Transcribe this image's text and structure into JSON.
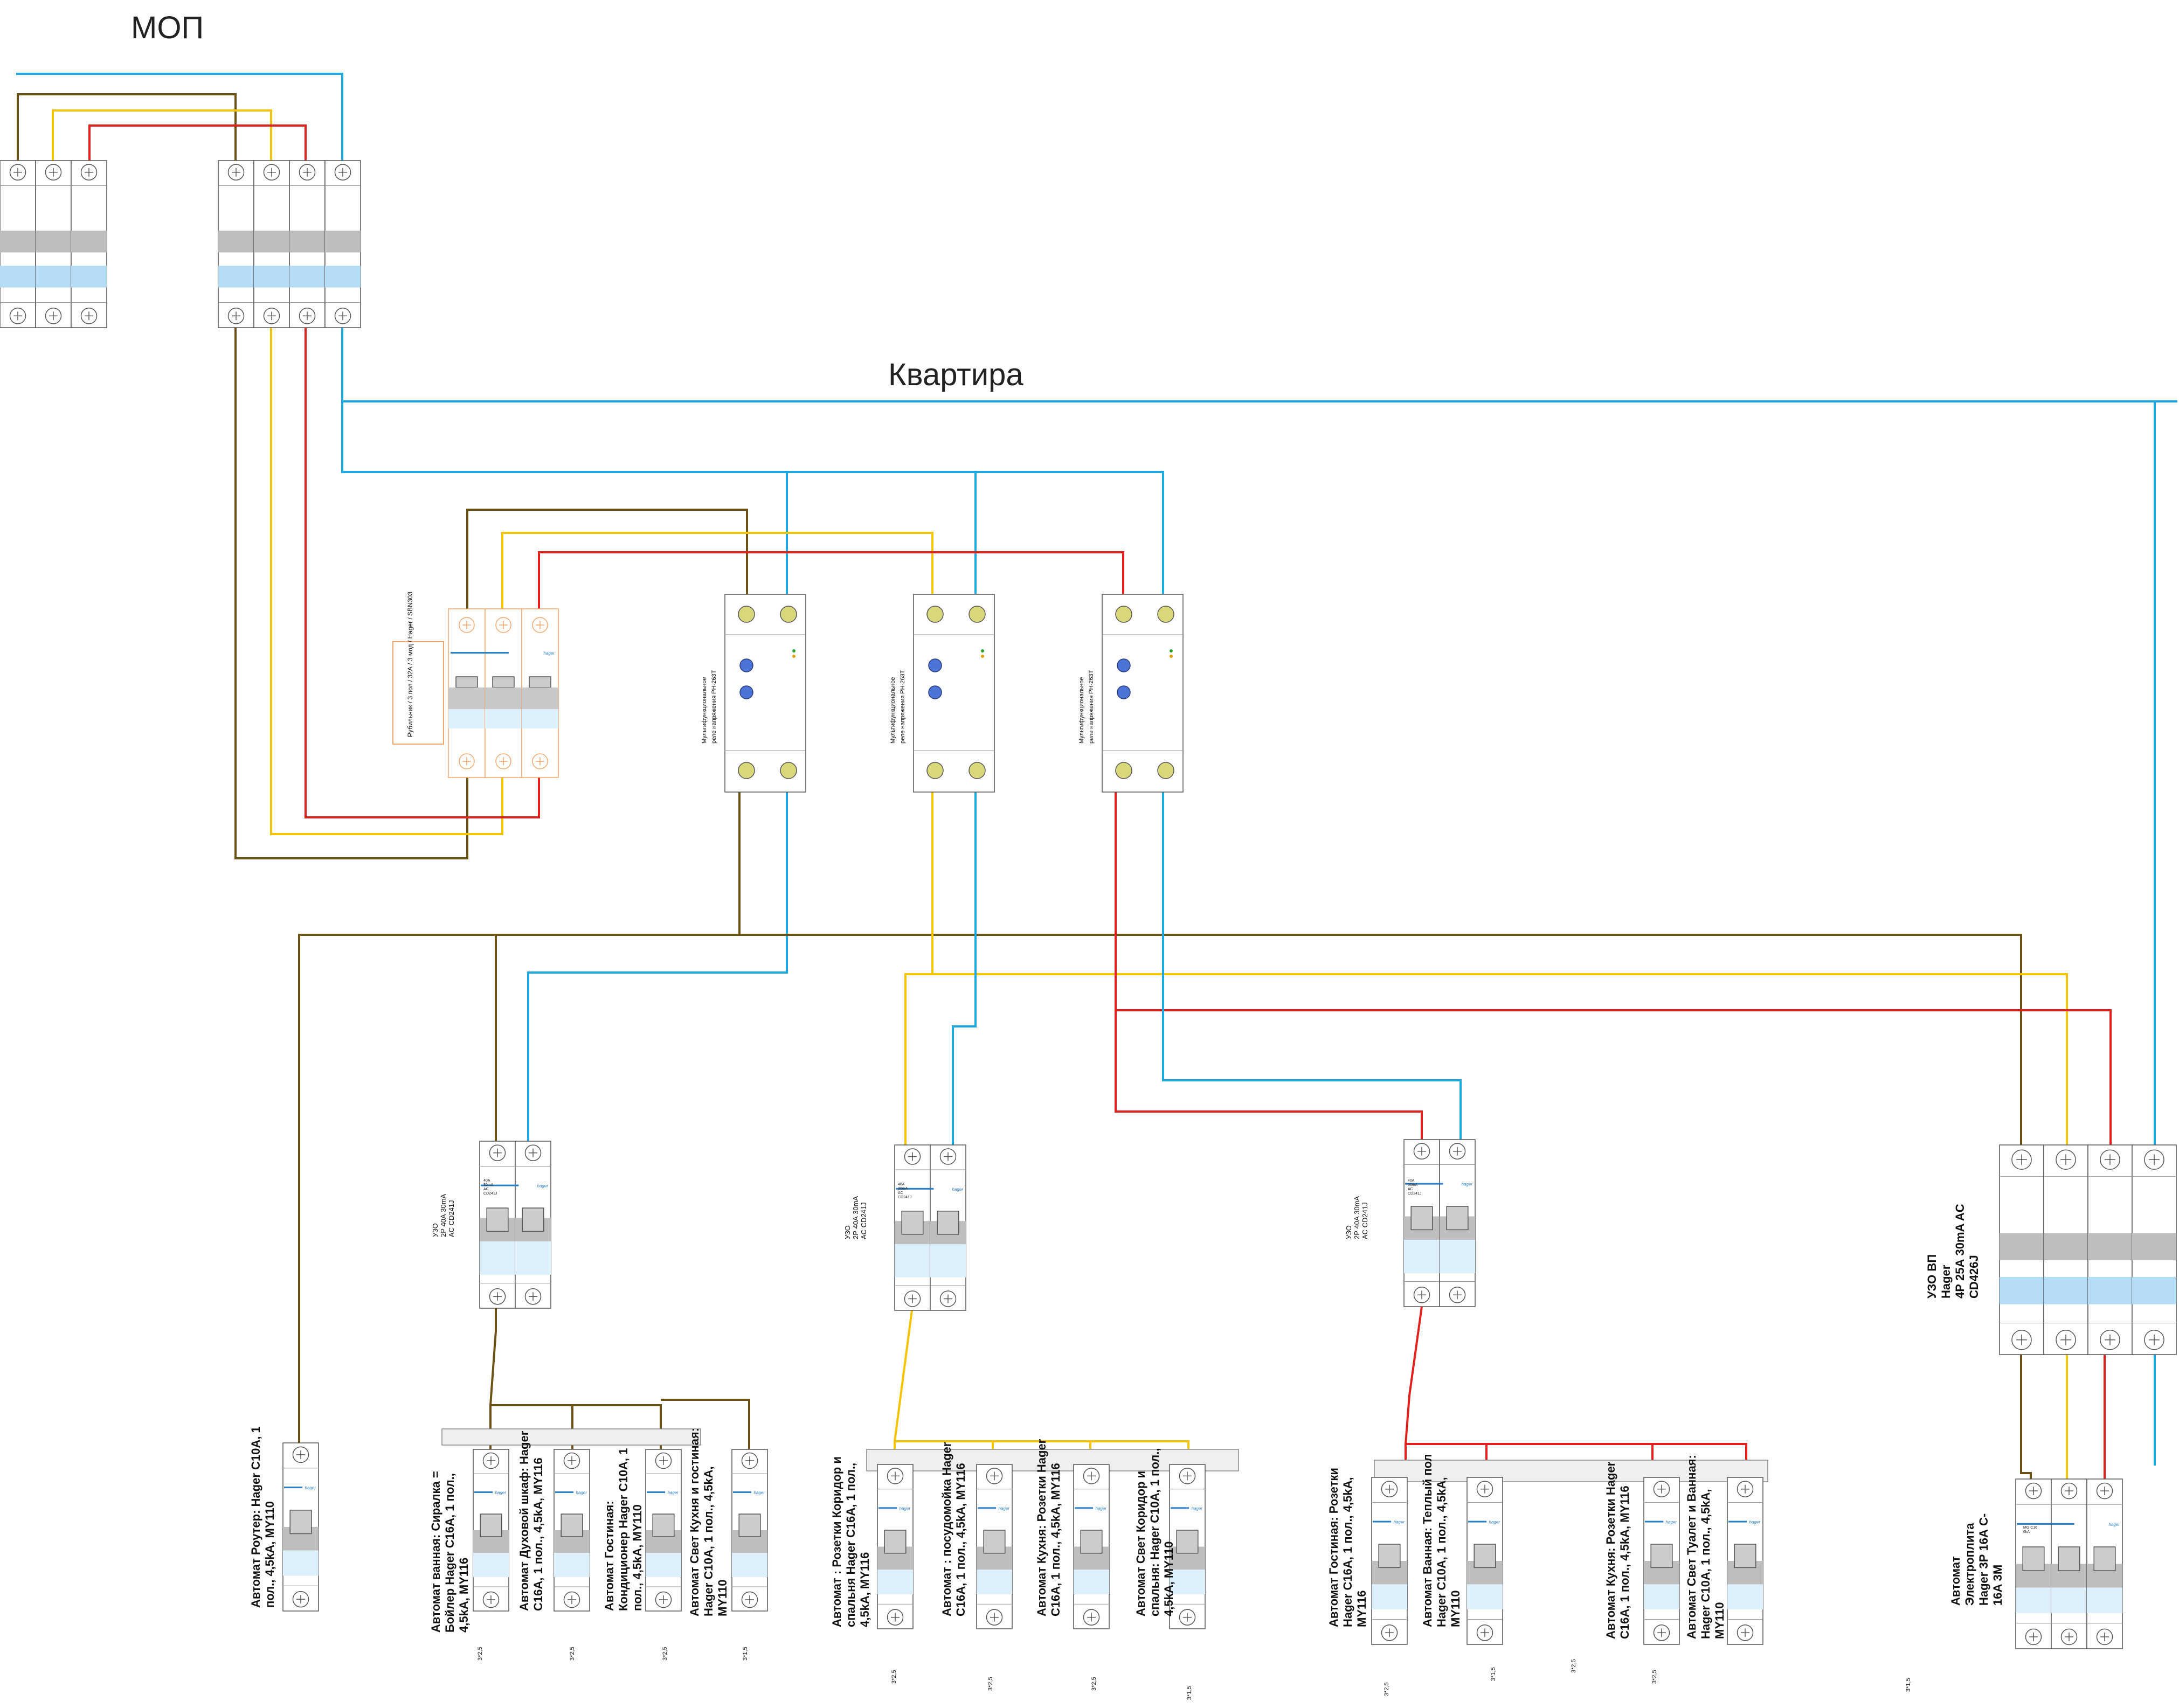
{
  "zones": {
    "mop": "МОП",
    "apartment": "Квартира"
  },
  "colors": {
    "brown": "#6b5214",
    "yellow": "#f5c400",
    "red": "#e0201a",
    "blue": "#1ea8e0",
    "breaker_grey": "#bebebe",
    "breaker_blue": "#b4ddf5",
    "breaker_lightblue": "#ddf0fb",
    "hager_blue": "#2a7fc9",
    "knob_blue": "#4c74d6",
    "contact_yellow": "#d8d87a",
    "rail_grey": "#efefef",
    "orange_outline": "#f2a56a"
  },
  "switch": {
    "label": "Рубильник / 3 пол / 32А / 3 мод / Hager / SBN303"
  },
  "relays": [
    {
      "label_line1": "Мультифункциональное",
      "label_line2": "реле напряжения РН-263Т"
    },
    {
      "label_line1": "Мультифункциональное",
      "label_line2": "реле напряжения РН-263Т"
    },
    {
      "label_line1": "Мультифункциональное",
      "label_line2": "реле напряжения РН-263Т"
    }
  ],
  "rcds": [
    {
      "title": "УЗО",
      "spec": "2Р 40А 30mA",
      "model": "AC CD241J",
      "face": "40A\n30mA\nAC\nCD241J"
    },
    {
      "title": "УЗО",
      "spec": "2Р 40А 30mA",
      "model": "AC CD241J",
      "face": "40A\n30mA\nAC\nCD241J"
    },
    {
      "title": "УЗО",
      "spec": "2Р 40А 30mA",
      "model": "AC CD241J",
      "face": "40A\n30mA\nAC\nCD241J"
    }
  ],
  "rcd_stove": {
    "line1": "УЗО ВП",
    "line2": "Hager",
    "line3": "4Р 25А 30mA AC",
    "line4": "CD426J"
  },
  "breakers": [
    {
      "label1": "Автомат Роутер: Hager C10A, 1",
      "label2": "пол., 4,5kA, MY110",
      "cable": ""
    },
    {
      "label1": "Автомат ванная:  Сиралка =",
      "label2": "Бойлер  Hager C16A, 1 пол.,",
      "label3": "4,5kA, MY116",
      "cable": "3*2,5"
    },
    {
      "label1": "Автомат Духовой шкаф: Hager",
      "label2": "C16A, 1 пол., 4,5kA, MY116",
      "cable": "3*2,5"
    },
    {
      "label1": "Автомат Гостиная:",
      "label2": "Кондиционер Hager C10A, 1",
      "label3": "пол., 4,5kA, MY110",
      "cable": "3*2,5"
    },
    {
      "label1": "Автомат Свет Кухня и гостиная:",
      "label2": "Hager C10A, 1 пол., 4,5kA,",
      "label3": "MY110",
      "cable": "3*1,5"
    },
    {
      "label1": "Автомат : Розетки Коридор и",
      "label2": "спальня Hager C16A, 1 пол.,",
      "label3": "4,5kA, MY116",
      "cable": "3*2,5"
    },
    {
      "label1": "Автомат : посудомойка Hager",
      "label2": "C16A, 1 пол., 4,5kA, MY116",
      "cable": "3*2,5"
    },
    {
      "label1": "Автомат Кухня: Розетки Hager",
      "label2": "C16A, 1 пол., 4,5kA, MY116",
      "cable": "3*2,5"
    },
    {
      "label1": "Автомат Свет Коридор и",
      "label2": "спальня: Hager C10A, 1 пол.,",
      "label3": "4,5kA, MY110",
      "cable": "3*1,5"
    },
    {
      "label1": "Автомат Гостиная: Розетки",
      "label2": "Hager C16A, 1 пол., 4,5kA,",
      "label3": "MY116",
      "cable": "3*2,5"
    },
    {
      "label1": "Автомат Ванная: Теплый пол",
      "label2": "Hager C10A, 1 пол., 4,5kA,",
      "label3": "MY110",
      "cable": "3*1,5"
    },
    {
      "label1": "Автомат Кухня: Розетки  Hager",
      "label2": "C16A, 1 пол., 4,5kA, MY116",
      "cable": "3*2,5"
    },
    {
      "label1": "Автомат Свет Туалет и Ванная:",
      "label2": "Hager C10A, 1 пол., 4,5kA,",
      "label3": "MY110",
      "cable": "3*2,5"
    },
    {
      "label1": "Автомат",
      "label2": "Электроплита",
      "label3": "Hager 3Р 16А C-",
      "label4": "16A 3M",
      "cable": "3*1,5",
      "face": "MG C16\n6kA"
    }
  ],
  "loose_cable": "3*2,5",
  "brand": "hager"
}
